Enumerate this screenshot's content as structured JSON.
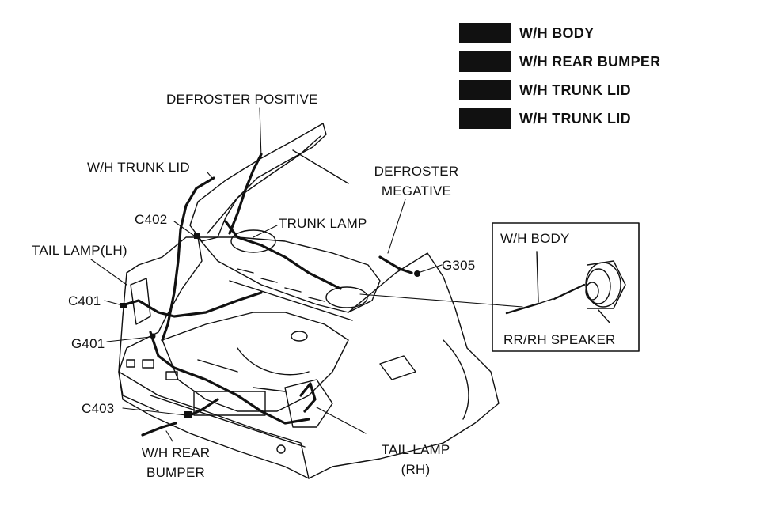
{
  "legend": [
    {
      "label": "W/H BODY",
      "color": "#111111"
    },
    {
      "label": "W/H REAR BUMPER",
      "color": "#111111"
    },
    {
      "label": "W/H TRUNK LID",
      "color": "#111111"
    },
    {
      "label": "W/H TRUNK LID",
      "color": "#111111"
    }
  ],
  "labels": {
    "defroster_positive": "DEFROSTER POSITIVE",
    "wh_trunk_lid": "W/H TRUNK LID",
    "c402": "C402",
    "tail_lamp_lh": "TAIL LAMP(LH)",
    "c401": "C401",
    "g401": "G401",
    "c403": "C403",
    "wh_rear_line1": "W/H REAR",
    "wh_rear_line2": "BUMPER",
    "tail_lamp_rh_line1": "TAIL LAMP",
    "tail_lamp_rh_line2": "(RH)",
    "trunk_lamp": "TRUNK LAMP",
    "defroster_neg_line1": "DEFROSTER",
    "defroster_neg_line2": "MEGATIVE",
    "g305": "G305"
  },
  "inset": {
    "title": "W/H BODY",
    "caption": "RR/RH SPEAKER"
  }
}
